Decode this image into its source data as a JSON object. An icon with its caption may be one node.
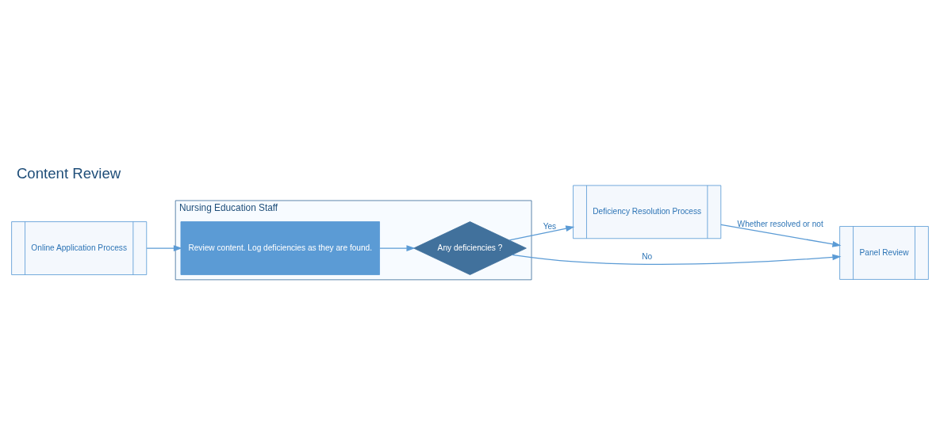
{
  "diagram": {
    "title": "Content Review",
    "nodes": [
      {
        "text": [
          "Online Application Process"
        ]
      },
      {
        "text": [
          "Deficiency Resolution Process"
        ]
      },
      {
        "text": [
          "Panel Review"
        ]
      },
      {
        "text": [
          "Nursing Education Staff"
        ]
      },
      {
        "text": [
          "Review content. Log deficiencies as they are found."
        ],
        "in": 3
      },
      {
        "text": [
          "Any deficiencies ?"
        ],
        "in": 3
      }
    ],
    "edges": [
      {
        "from": 0,
        "to": 4,
        "arrow": "to"
      },
      {
        "from": 4,
        "to": 5,
        "arrow": "to"
      },
      {
        "from": 5,
        "to": 1,
        "arrow": "to",
        "label": "Yes"
      },
      {
        "from": 1,
        "to": 2,
        "arrow": "to",
        "label": "Whether resolved or not"
      },
      {
        "from": 5,
        "to": 2,
        "arrow": "to",
        "label": "No"
      }
    ]
  }
}
